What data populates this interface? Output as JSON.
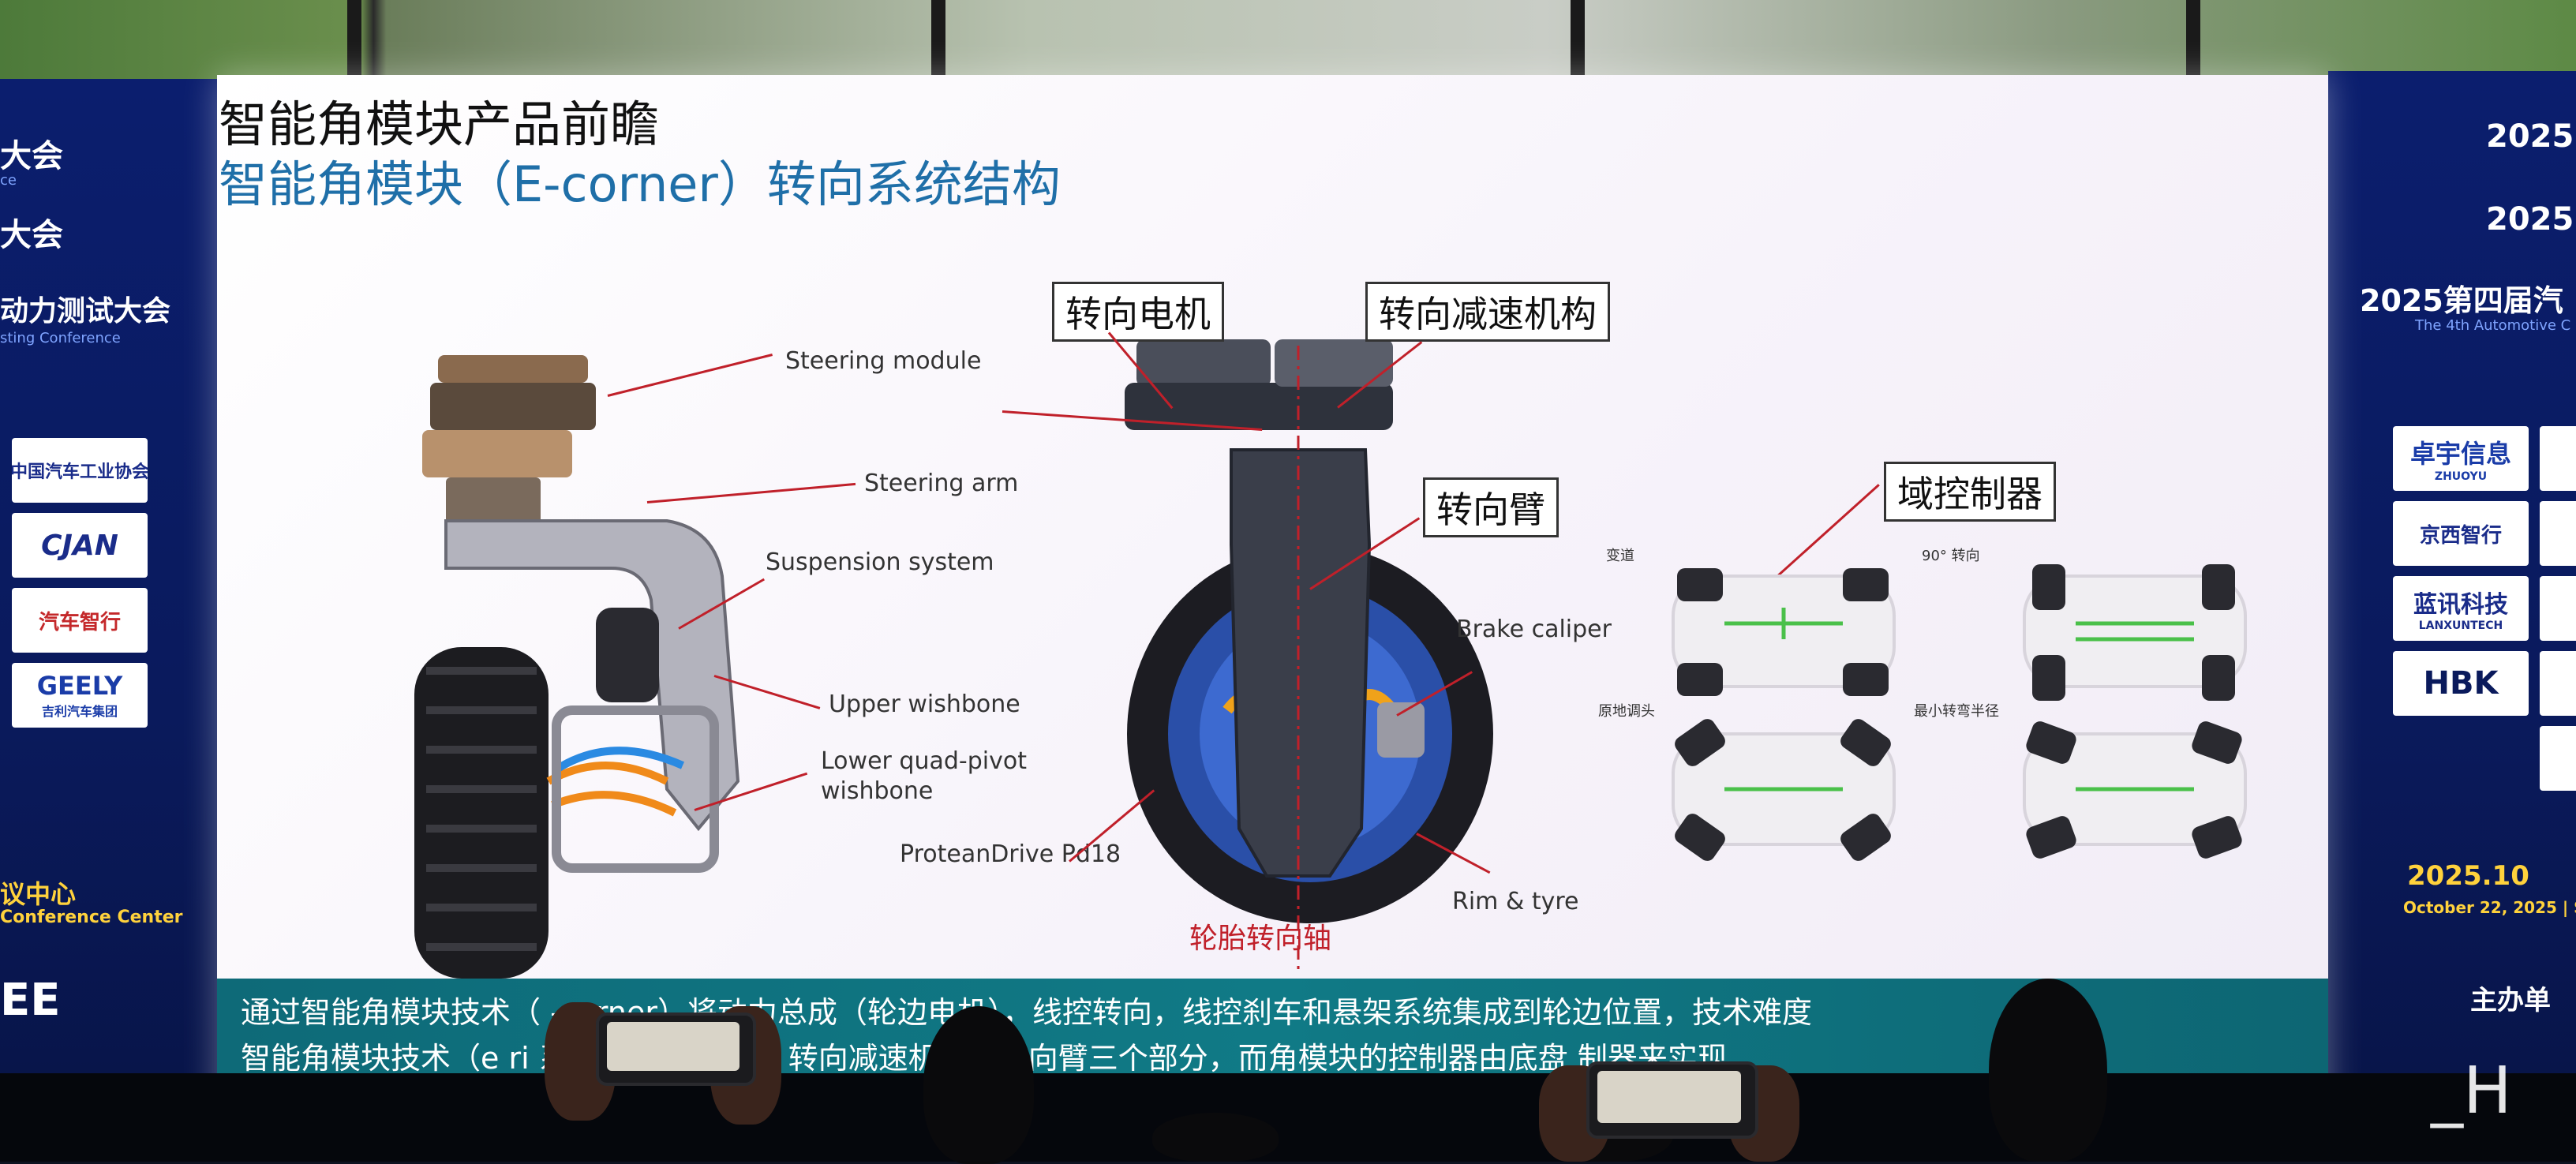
{
  "slide": {
    "title": "智能角模块产品前瞻",
    "subtitle": "智能角模块（E-corner）转向系统结构",
    "left_diagram_labels": {
      "steering_module": "Steering module",
      "steering_arm": "Steering arm",
      "suspension_system": "Suspension system",
      "upper_wishbone": "Upper wishbone",
      "lower_quad_pivot_line1": "Lower quad-pivot",
      "lower_quad_pivot_line2": "wishbone"
    },
    "right_diagram_labels": {
      "steering_motor": "转向电机",
      "steering_reducer": "转向减速机构",
      "steering_arm_cn": "转向臂",
      "brake_caliper": "Brake caliper",
      "protean_drive": "ProteanDrive Pd18",
      "rim_tyre": "Rim & tyre",
      "tyre_steering_axis": "轮胎转向轴"
    },
    "domain_controller": {
      "label": "域控制器",
      "mode_labels": [
        "变道",
        "90° 转向",
        "原地调头",
        "最小转弯半径"
      ]
    },
    "banner_lines": [
      "通过智能角模块技术（ -corner）将动力总成（轮边电机），线控转向，线控刹车和悬架系统集成到轮边位置，技术难度",
      "智能角模块技术（e  ri       系统的核心     电机、转向减速机构和转向臂三个部分，而角模块的控制器由底盘       制器来实现"
    ]
  },
  "left_panel": {
    "lines": [
      "大会",
      "大会",
      "动力测试大会"
    ],
    "small": [
      "ce",
      "sting Conference"
    ],
    "logos": [
      "中国汽车工业协会",
      "CJAN",
      "汽车智行",
      "GEELY"
    ],
    "geely_sub": "吉利汽车集团",
    "venue": "议中心",
    "venue_en": "Conference Center",
    "bottom": "EE"
  },
  "right_panel": {
    "year1": "2025",
    "year2": "2025",
    "event": "2025第四届汽",
    "event_en": "The 4th Automotive C",
    "logos": [
      "卓宇信息",
      "京西智行",
      "蓝讯科技",
      "HBK"
    ],
    "logo_subs": [
      "ZHUOYU",
      "",
      "LANXUNTECH",
      ""
    ],
    "date": "2025.10",
    "date_en": "October 22, 2025 | Se",
    "host": "主办单"
  },
  "watermark": "_H",
  "colors": {
    "slide_subtitle": "#1f6fa8",
    "leader_line": "#c0202a",
    "banner": "#107a86",
    "panel_blue": "#0b1e6e",
    "accent_yellow": "#ffd23c"
  }
}
